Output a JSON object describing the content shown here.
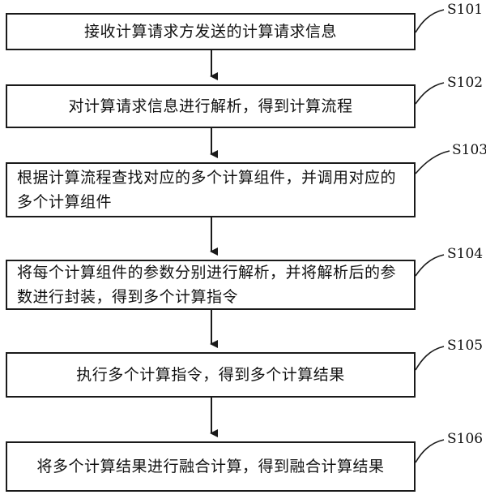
{
  "flowchart": {
    "steps": [
      {
        "id": "S101",
        "text": "接收计算请求方发送的计算请求信息"
      },
      {
        "id": "S102",
        "text": "对计算请求信息进行解析，得到计算流程"
      },
      {
        "id": "S103",
        "text": "根据计算流程查找对应的多个计算组件，并调用对应的多个计算组件"
      },
      {
        "id": "S104",
        "text": "将每个计算组件的参数分别进行解析，并将解析后的参数进行封装，得到多个计算指令"
      },
      {
        "id": "S105",
        "text": "执行多个计算指令，得到多个计算结果"
      },
      {
        "id": "S106",
        "text": "将多个计算结果进行融合计算，得到融合计算结果"
      }
    ]
  }
}
